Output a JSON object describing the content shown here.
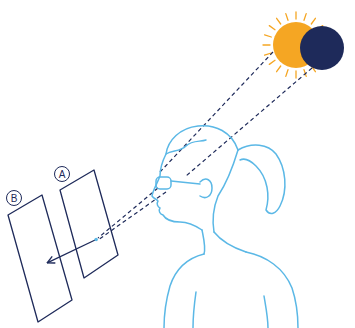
{
  "diagram": {
    "nodes": [
      {
        "text": [
          "A"
        ]
      },
      {
        "text": [
          "B"
        ]
      }
    ],
    "edges": [
      {
        "from": 0,
        "to": 1,
        "arrow": "to"
      }
    ]
  }
}
